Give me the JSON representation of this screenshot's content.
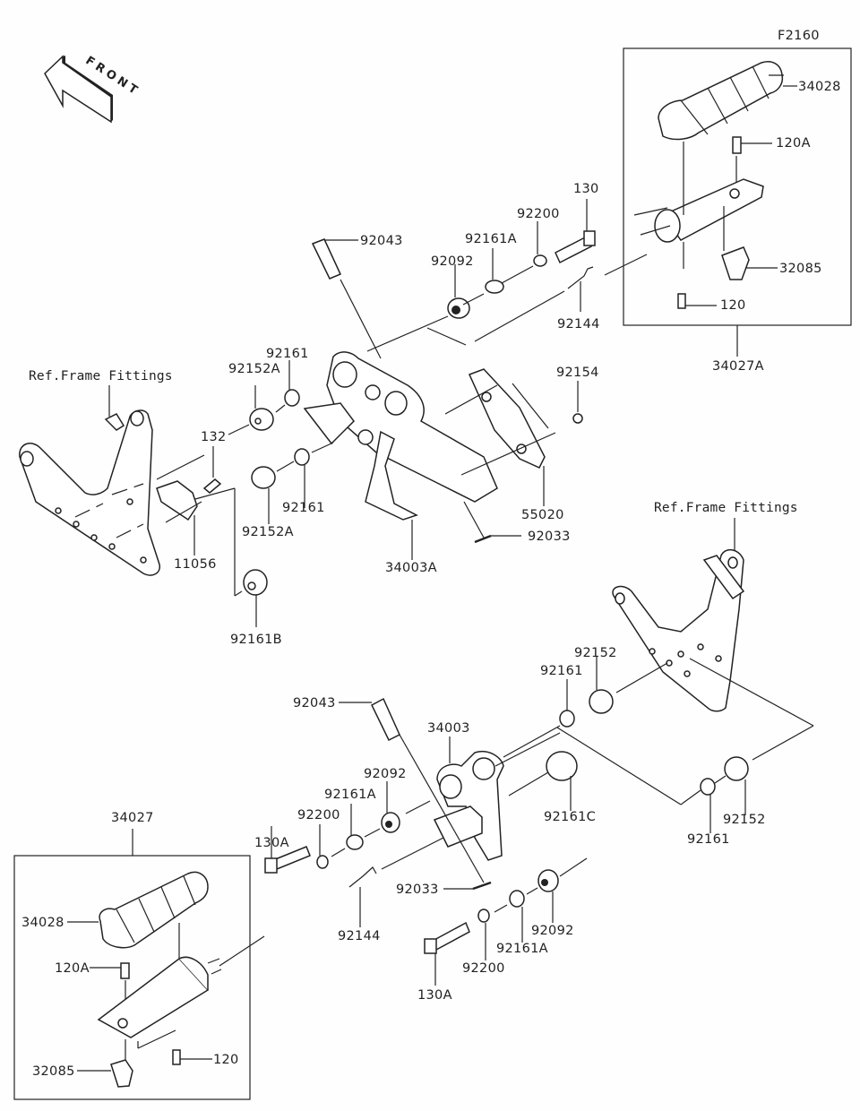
{
  "diagram": {
    "figure_code": "F2160",
    "direction_label": "FRONT",
    "ref_frame_label_left": "Ref.Frame Fittings",
    "ref_frame_label_right": "Ref.Frame Fittings",
    "right_assembly": {
      "assembly_number": "34027A",
      "parts": {
        "footpeg_rubber": "34028",
        "screw_a": "120A",
        "rubber_block": "32085",
        "screw": "120"
      }
    },
    "left_assembly": {
      "assembly_number": "34027",
      "parts": {
        "footpeg_rubber": "34028",
        "screw_a": "120A",
        "rubber_block": "32085",
        "screw": "120"
      }
    },
    "upper_parts": {
      "pin": "92043",
      "bolt": "130",
      "washer": "92200",
      "bushing_collar_a": "92161A",
      "collar": "92092",
      "spring": "92144",
      "washer_left_1": "92161",
      "spacer_1": "92152A",
      "bolt_132": "132",
      "spacer_2": "92152A",
      "washer_left_2": "92161",
      "bracket": "11056",
      "bushing_b": "92161B",
      "bracket_34003A": "34003A",
      "cotter_pin": "92033",
      "heel_guard": "55020",
      "screw_92154": "92154"
    },
    "lower_parts": {
      "pin": "92043",
      "bracket_34003": "34003",
      "collar_upper": "92092",
      "washer_a_upper": "92161A",
      "washer_upper": "92200",
      "bolt_upper": "130A",
      "spring": "92144",
      "cotter_pin": "92033",
      "bushing_c": "92161C",
      "washer_top": "92161",
      "spacer_top": "92152",
      "washer_bottom": "92161",
      "spacer_bottom": "92152",
      "collar_lower": "92092",
      "washer_a_lower": "92161A",
      "washer_lower": "92200",
      "bolt_lower": "130A"
    }
  }
}
